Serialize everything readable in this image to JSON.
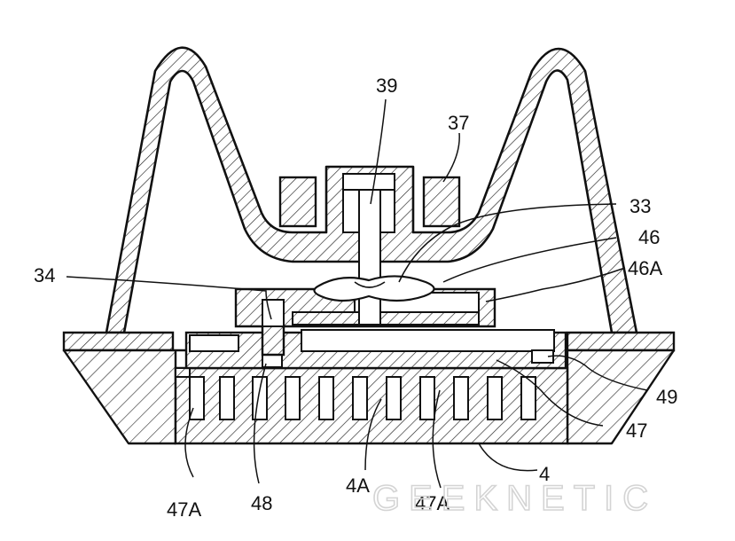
{
  "figure": {
    "labels": {
      "l39": "39",
      "l37": "37",
      "l33": "33",
      "l46": "46",
      "l34": "34",
      "l46A": "46A",
      "l49": "49",
      "l47": "47",
      "l4": "4",
      "l47A_left": "47A",
      "l48": "48",
      "l4A": "4A",
      "l47A_right": "47A"
    },
    "watermark": "GEEKNETIC"
  }
}
